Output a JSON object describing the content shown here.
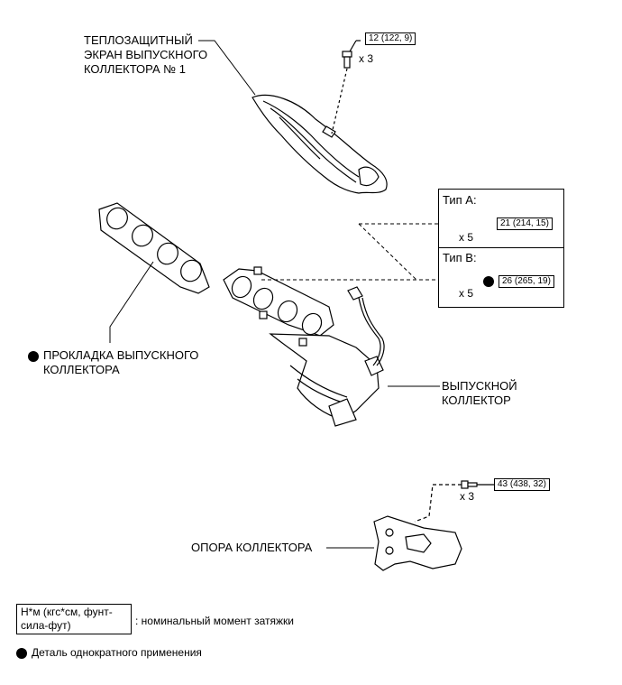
{
  "labels": {
    "heat_shield": "ТЕПЛОЗАЩИТНЫЙ\nЭКРАН ВЫПУСКНОГО\nКОЛЛЕКТОРА № 1",
    "gasket": "ПРОКЛАДКА ВЫПУСКНОГО\nКОЛЛЕКТОРА",
    "manifold": "ВЫПУСКНОЙ\nКОЛЛЕКТОР",
    "support": "ОПОРА КОЛЛЕКТОРА"
  },
  "fasteners": {
    "heat_shield_bolt": {
      "torque": "12 (122, 9)",
      "qty": "x 3"
    },
    "type_a_nut": {
      "torque": "21 (214, 15)",
      "qty": "x 5"
    },
    "type_b_nut": {
      "torque": "26 (265, 19)",
      "qty": "x 5"
    },
    "support_bolt": {
      "torque": "43 (438, 32)",
      "qty": "x 3"
    }
  },
  "type_box": {
    "type_a": "Тип А:",
    "type_b": "Тип В:"
  },
  "legend": {
    "torque_unit": "Н*м (кгс*см, фунт-\nсила-фут)",
    "torque_desc": ": номинальный момент затяжки",
    "single_use": "Деталь однократного применения"
  }
}
